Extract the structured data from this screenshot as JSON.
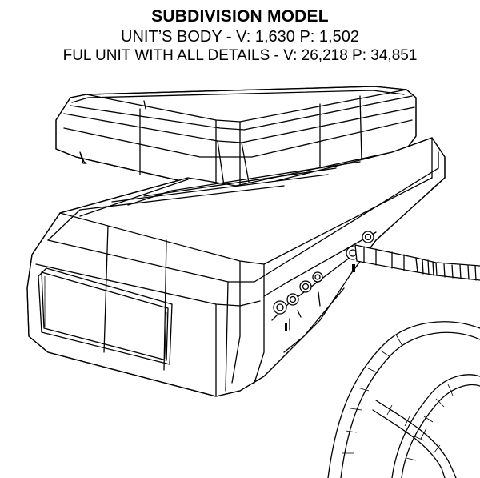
{
  "header": {
    "title": "SUBDIVISION MODEL",
    "body_stats": "UNIT’S BODY - V: 1,630 P: 1,502",
    "full_stats": "FUL UNIT WITH ALL DETAILS - V: 26,218 P: 34,851"
  },
  "figure": {
    "subject": "wah pedal wireframe",
    "stroke_color": "#000000",
    "background_color": "#ffffff"
  }
}
